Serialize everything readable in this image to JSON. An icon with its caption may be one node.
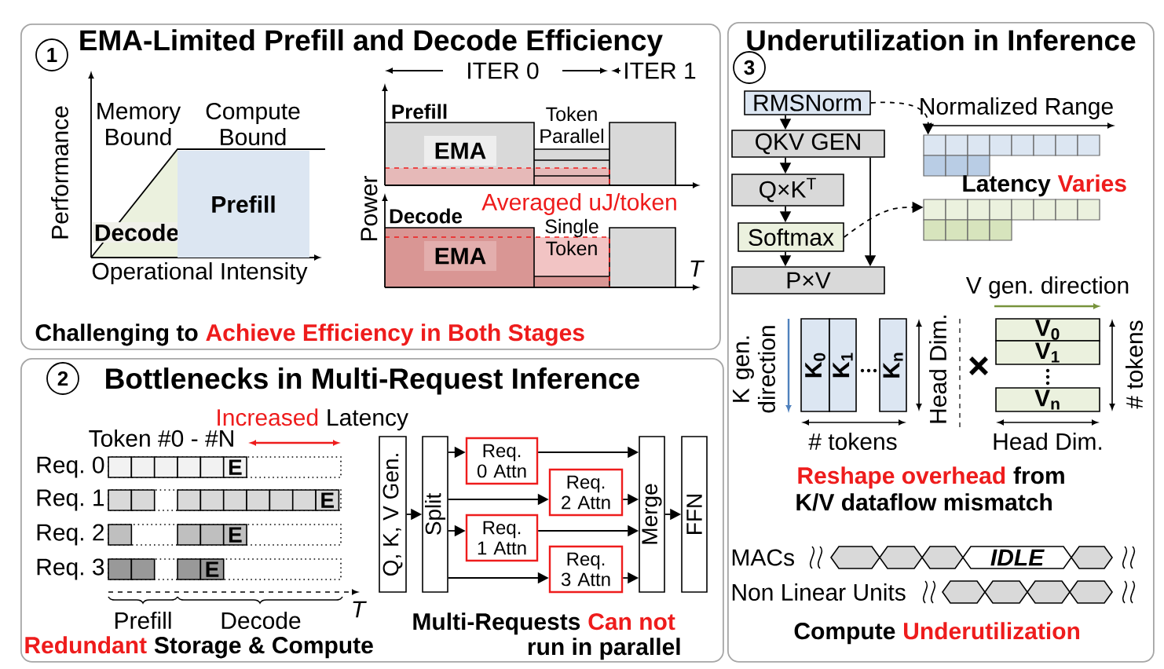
{
  "diagram": {
    "nodes": [
      {
        "text": [
          "EMA-Limited Prefill and Decode Efficiency"
        ]
      },
      {
        "text": [
          "1"
        ],
        "in": 0
      },
      {
        "text": [
          "Decode"
        ],
        "in": 0
      },
      {
        "text": [
          "Prefill"
        ],
        "in": 0
      },
      {
        "text": [
          "EMA"
        ],
        "in": 0
      },
      {
        "text": [
          "EMA"
        ],
        "in": 0
      },
      {
        "text": [
          "Bottlenecks in Multi-Request Inference"
        ]
      },
      {
        "text": [
          "2"
        ],
        "in": 6
      },
      {
        "text": [
          "E"
        ],
        "in": 6
      },
      {
        "text": [
          "E"
        ],
        "in": 6
      },
      {
        "text": [
          "E"
        ],
        "in": 6
      },
      {
        "text": [
          "E"
        ],
        "in": 6
      },
      {
        "text": [
          "Q, K, V Gen."
        ],
        "in": 6
      },
      {
        "text": [
          "Split"
        ],
        "in": 6
      },
      {
        "text": [
          "Req. 0 Attn"
        ],
        "in": 6
      },
      {
        "text": [
          "Req. 2 Attn"
        ],
        "in": 6
      },
      {
        "text": [
          "Req. 1 Attn"
        ],
        "in": 6
      },
      {
        "text": [
          "Req. 3 Attn"
        ],
        "in": 6
      },
      {
        "text": [
          "Merge"
        ],
        "in": 6
      },
      {
        "text": [
          "FFN"
        ],
        "in": 6
      },
      {
        "text": [
          "Underutilization in Inference"
        ]
      },
      {
        "text": [
          "3"
        ],
        "in": 20
      },
      {
        "text": [
          "RMSNorm"
        ],
        "in": 20
      },
      {
        "text": [
          "QKV GEN"
        ],
        "in": 20
      },
      {
        "text": [
          "Q×K$^{T}$"
        ],
        "in": 20
      },
      {
        "text": [
          "Softmax"
        ],
        "in": 20
      },
      {
        "text": [
          "P×V"
        ],
        "in": 20
      },
      {
        "text": [],
        "shape": "box",
        "in": 20
      },
      {
        "text": [],
        "shape": "box",
        "in": 20
      },
      {
        "text": [
          "K$_{0}$"
        ],
        "in": 20
      },
      {
        "text": [
          "K$_{1}$"
        ],
        "in": 20
      },
      {
        "text": [
          "K$_{n}$"
        ],
        "in": 20
      },
      {
        "text": [
          "V$_{0}$"
        ],
        "in": 20
      },
      {
        "text": [
          "V$_{1}$"
        ],
        "in": 20
      },
      {
        "text": [
          "V$_{n}$"
        ],
        "in": 20
      },
      {
        "text": [
          "IDLE"
        ],
        "in": 20
      }
    ],
    "edges": [
      {
        "from": 12,
        "to": 13,
        "arrow": "to"
      },
      {
        "from": 13,
        "to": 14,
        "arrow": "to"
      },
      {
        "from": 13,
        "to": 15,
        "arrow": "to"
      },
      {
        "from": 13,
        "to": 16,
        "arrow": "to"
      },
      {
        "from": 13,
        "to": 17,
        "arrow": "to"
      },
      {
        "from": 14,
        "to": 18,
        "arrow": "to"
      },
      {
        "from": 15,
        "to": 18,
        "arrow": "to"
      },
      {
        "from": 16,
        "to": 18,
        "arrow": "to"
      },
      {
        "from": 17,
        "to": 18,
        "arrow": "to"
      },
      {
        "from": 18,
        "to": 19,
        "arrow": "to"
      },
      {
        "from": 22,
        "to": 23,
        "arrow": "to"
      },
      {
        "from": 23,
        "to": 24,
        "arrow": "to"
      },
      {
        "from": 24,
        "to": 25,
        "arrow": "to"
      },
      {
        "from": 25,
        "to": 26,
        "arrow": "to"
      },
      {
        "from": 23,
        "to": 26,
        "arrow": "to"
      },
      {
        "from": 22,
        "to": 27,
        "arrow": "to",
        "style": "dashed"
      },
      {
        "from": 25,
        "to": 28,
        "arrow": "to",
        "style": "dashed"
      }
    ],
    "labels": [
      "Memory Bound",
      "Compute Bound",
      "Performance",
      "Operational Intensity",
      "ITER 0",
      "ITER 1",
      "Prefill",
      "Token Parallel",
      "Power",
      "Averaged uJ/token",
      "Decode",
      "Single Token",
      "T",
      "Challenging to",
      "Achieve Efficiency in Both Stages",
      "Increased",
      "Latency",
      "Token #0 - #N",
      "Req. 0",
      "Req. 1",
      "Req. 2",
      "Req. 3",
      "Prefill",
      "Decode",
      "T",
      "Redundant",
      "Storage & Compute",
      "Multi-Requests",
      "Can not",
      "run in parallel",
      "Normalized Range",
      "Latency",
      "Varies",
      "V gen. direction",
      "K gen. direction",
      "# tokens",
      "Head Dim.",
      "# tokens",
      "Head Dim.",
      "Reshape overhead",
      "from",
      "K/V dataflow mismatch",
      "MACs",
      "Non Linear Units",
      "Compute",
      "Underutilization"
    ]
  }
}
